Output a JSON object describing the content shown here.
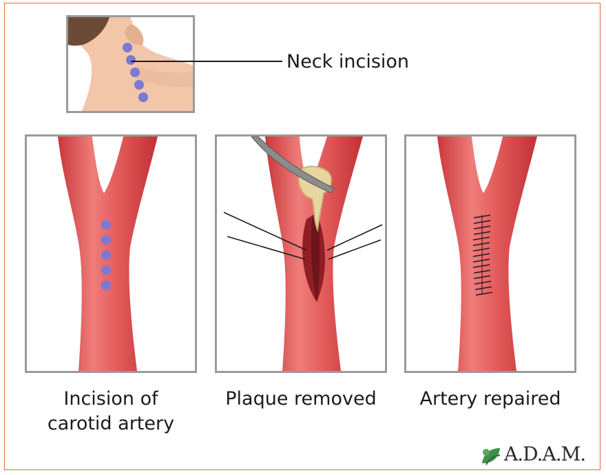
{
  "callout": {
    "label": "Neck incision"
  },
  "panels": [
    {
      "caption_line1": "Incision of",
      "caption_line2": "carotid artery"
    },
    {
      "caption_line1": "Plaque removed"
    },
    {
      "caption_line1": "Artery repaired"
    }
  ],
  "logo": {
    "text": "A.D.A.M.",
    "icon": "leaf-icon"
  },
  "colors": {
    "artery": "#d9474a",
    "artery_highlight": "#f08a86",
    "incision_dot": "#7b79d4",
    "panel_border": "#9a9a9a",
    "frame_border": "#e06a3c",
    "skin": "#f2c7ac",
    "plaque": "#e8d6a0"
  }
}
